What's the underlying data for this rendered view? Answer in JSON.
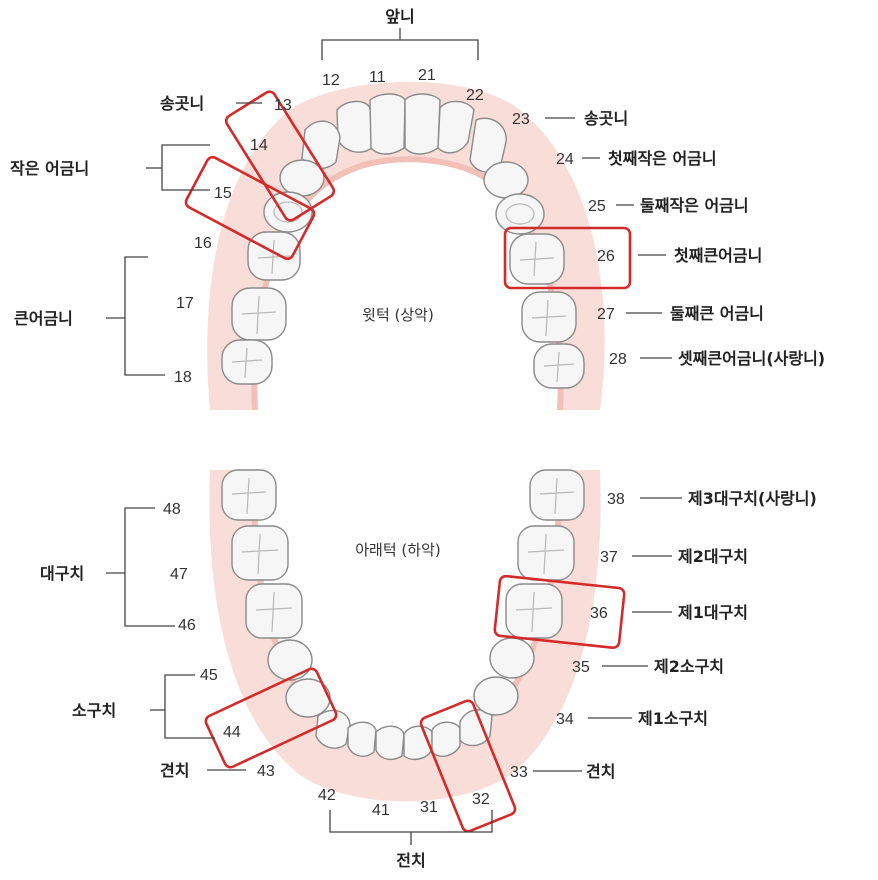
{
  "colors": {
    "gum": "#f8d8d2",
    "gum_edge": "#efb3aa",
    "highlight": "#d42a2a",
    "tooth": "#f6f6f6"
  },
  "upper": {
    "title": "윗턱 (상악)",
    "groups": {
      "front": "앞니",
      "canine_left": "송곳니",
      "premolar_left": "작은 어금니",
      "molar_left": "큰어금니",
      "canine_right": "송곳니",
      "t24": "첫째작은 어금니",
      "t25": "둘째작은 어금니",
      "t26": "첫째큰어금니",
      "t27": "둘째큰 어금니",
      "t28": "셋째큰어금니(사랑니)"
    },
    "numbers": [
      "11",
      "12",
      "13",
      "14",
      "15",
      "16",
      "17",
      "18",
      "21",
      "22",
      "23",
      "24",
      "25",
      "26",
      "27",
      "28"
    ]
  },
  "lower": {
    "title": "아래턱 (하악)",
    "groups": {
      "molar_left": "대구치",
      "premolar_left": "소구치",
      "canine_left": "견치",
      "front": "전치",
      "canine_right": "견치",
      "t34": "제1소구치",
      "t35": "제2소구치",
      "t36": "제1대구치",
      "t37": "제2대구치",
      "t38": "제3대구치(사랑니)"
    },
    "numbers": [
      "31",
      "32",
      "33",
      "34",
      "35",
      "36",
      "37",
      "38",
      "41",
      "42",
      "43",
      "44",
      "45",
      "46",
      "47",
      "48"
    ]
  },
  "highlighted_teeth": [
    "13",
    "15",
    "26",
    "36",
    "44",
    "32"
  ]
}
